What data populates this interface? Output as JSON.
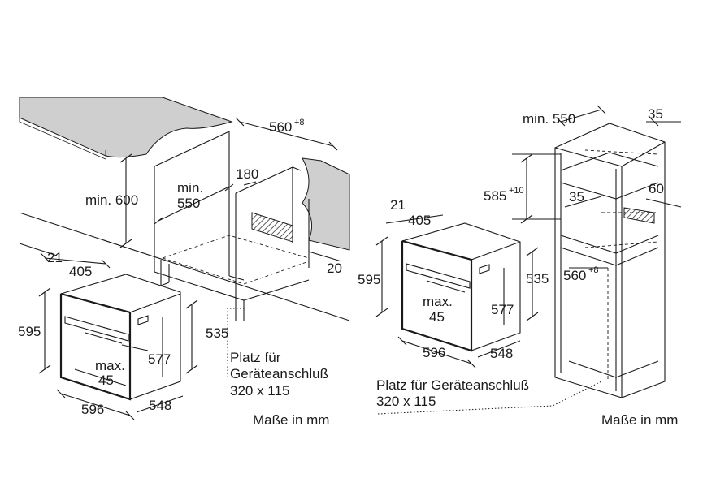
{
  "left_diagram": {
    "dim_depth_niche": "560",
    "dim_depth_niche_tol": "+8",
    "dim_min_600": "min. 600",
    "dim_min_550_a": "min.",
    "dim_min_550_b": "550",
    "dim_180": "180",
    "dim_20": "20",
    "dim_21": "21",
    "dim_405": "405",
    "dim_595": "595",
    "dim_535": "535",
    "dim_577": "577",
    "dim_max_a": "max.",
    "dim_max_b": "45",
    "dim_596": "596",
    "dim_548": "548",
    "note_line1": "Platz für",
    "note_line2": "Geräteanschluß",
    "note_line3": "320 x 115",
    "units": "Maße in mm"
  },
  "right_diagram": {
    "dim_min_550": "min. 550",
    "dim_35_top": "35",
    "dim_585": "585",
    "dim_585_tol": "+10",
    "dim_35_mid": "35",
    "dim_60": "60",
    "dim_21": "21",
    "dim_405": "405",
    "dim_595": "595",
    "dim_535": "535",
    "dim_560": "560",
    "dim_560_tol": "+8",
    "dim_577": "577",
    "dim_max_a": "max.",
    "dim_max_b": "45",
    "dim_596": "596",
    "dim_548": "548",
    "note_line1": "Platz für Geräteanschluß",
    "note_line2": "320 x 115",
    "units": "Maße in mm"
  },
  "colors": {
    "countertop": "#cfcfcf",
    "hatch": "#333333",
    "line": "#1a1a1a"
  }
}
